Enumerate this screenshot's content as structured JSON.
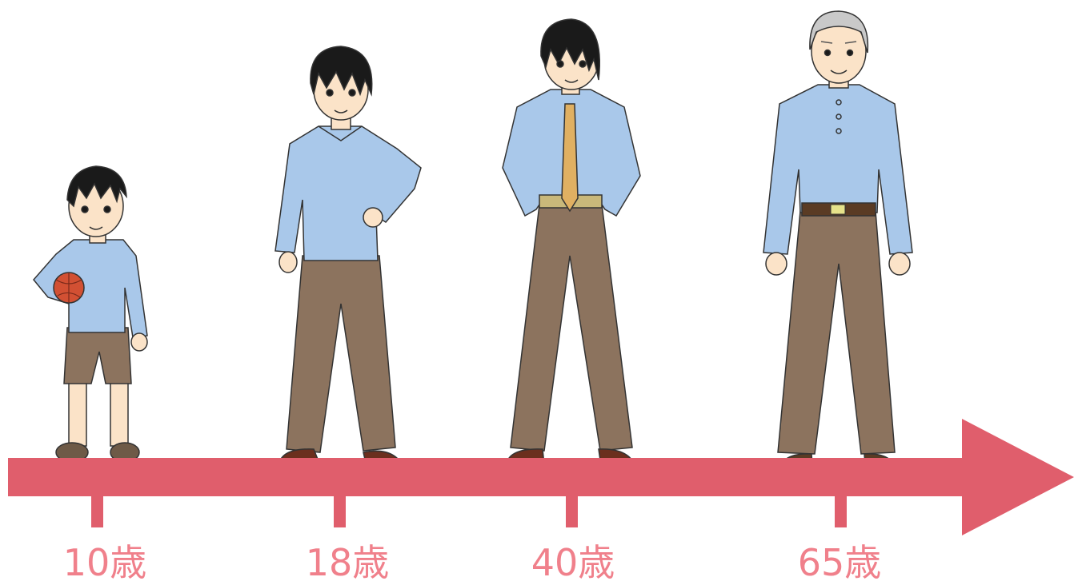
{
  "colors": {
    "timeline": "#e05e6c",
    "label": "#f0808b",
    "shirt": "#a9c8ea",
    "pants": "#8c735e",
    "skin": "#fbe3c8",
    "hair_dark": "#1a1a1a",
    "hair_gray": "#c9c9c9",
    "shoe": "#6b2f1e",
    "tie": "#e0b062",
    "belt_tan": "#c9b87a",
    "belt_dark": "#5a3b24",
    "ball": "#d25033"
  },
  "ages": [
    {
      "label": "10歳",
      "figure": "child-with-ball"
    },
    {
      "label": "18歳",
      "figure": "young-man"
    },
    {
      "label": "40歳",
      "figure": "man-with-tie"
    },
    {
      "label": "65歳",
      "figure": "elderly-man"
    }
  ]
}
